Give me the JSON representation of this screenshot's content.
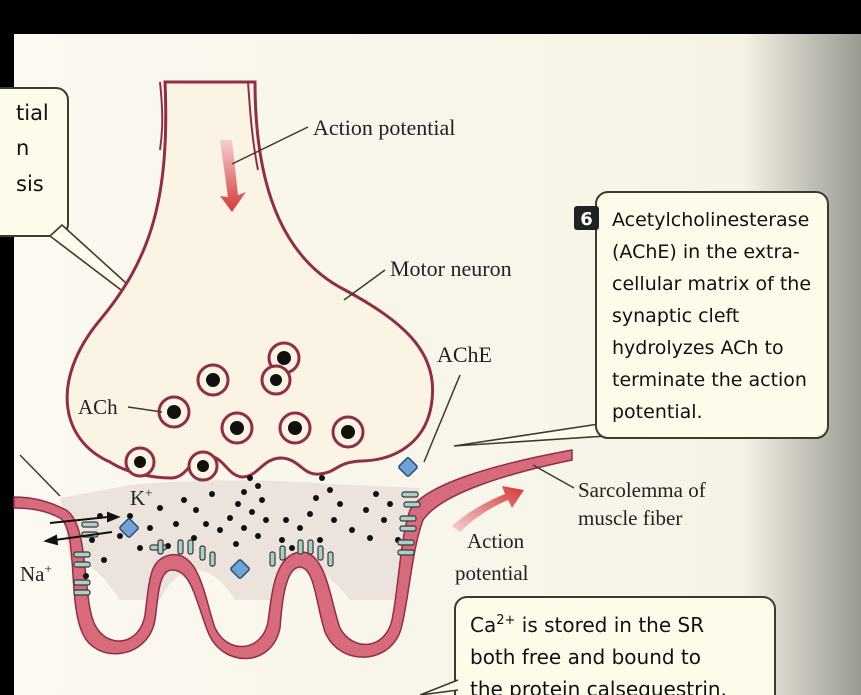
{
  "diagram": {
    "labels": {
      "action_potential_top": "Action potential",
      "motor_neuron": "Motor neuron",
      "ache": "AChE",
      "ach": "ACh",
      "sarcolemma_line1": "Sarcolemma of",
      "sarcolemma_line2": "muscle fiber",
      "action_potential_muscle_line1": "Action",
      "action_potential_muscle_line2": "potential"
    },
    "ions": {
      "k_base": "K",
      "k_sup": "+",
      "na_base": "Na",
      "na_sup": "+"
    },
    "left_callout_fragments": [
      "tial",
      "n",
      "sis"
    ],
    "step6_callout": {
      "badge": "6",
      "lines": [
        "Acetylcholinesterase",
        "(AChE) in the extra-",
        "cellular matrix of the",
        "synaptic cleft",
        "hydrolyzes ACh to",
        "terminate the action",
        "potential."
      ]
    },
    "ca_callout": {
      "line1_base": "Ca",
      "line1_sup": "2+",
      "line1_rest": " is stored in the SR",
      "line2": "both free and bound to",
      "line3": "the protein calsequestrin."
    },
    "colors": {
      "membrane": "#8e2f46",
      "membrane_fill": "#fbf4e4",
      "cleft": "#ece4dc",
      "sarcolemma": "#d86a7e",
      "arrow": "#d43a3a",
      "callout_fill": "#fdfbea",
      "callout_border": "#3b3b30",
      "ache_enzyme": "#6fa3d6",
      "receptor": "#a9cfd0"
    }
  }
}
